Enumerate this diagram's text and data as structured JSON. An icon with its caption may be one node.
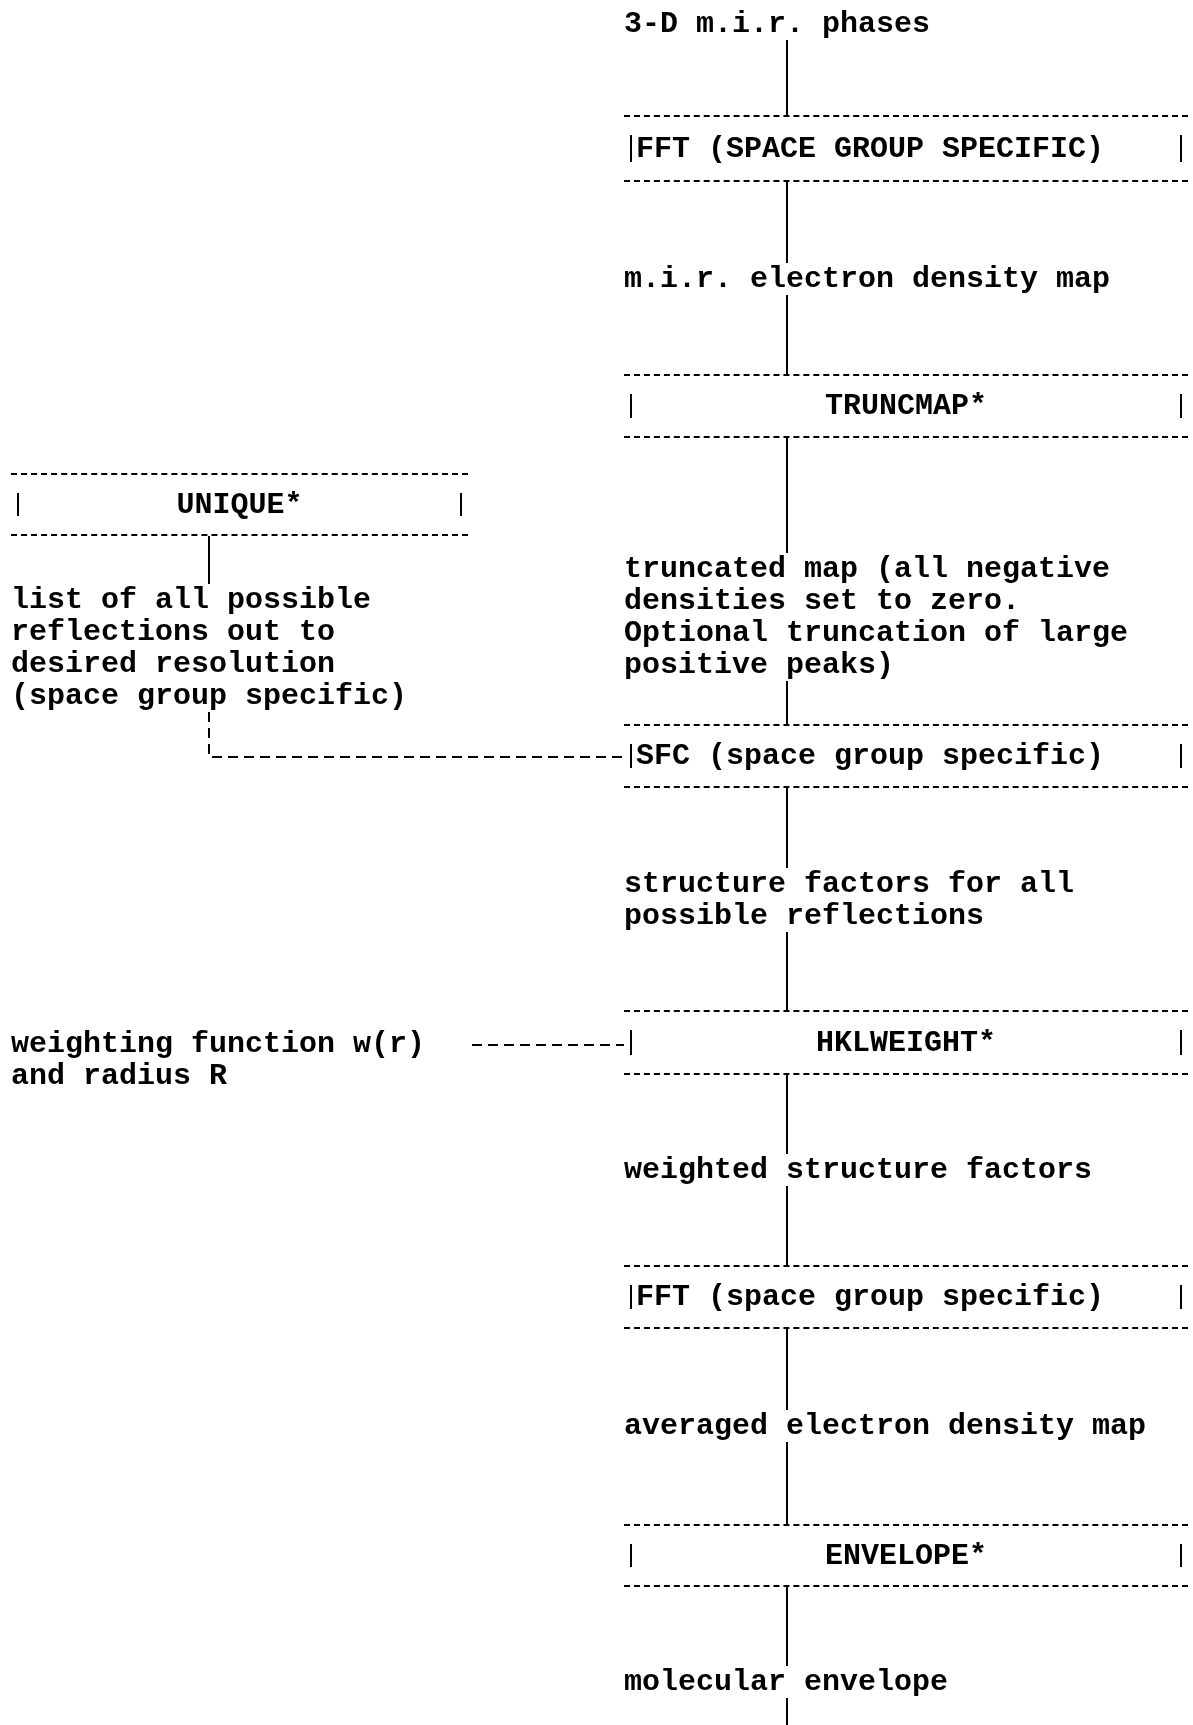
{
  "diagram": {
    "nodes": [
      {
        "text": [
          "3-D m.i.r. phases"
        ]
      },
      {
        "text": [
          "FFT (SPACE GROUP SPECIFIC)"
        ]
      },
      {
        "text": [
          "m.i.r. electron density map"
        ]
      },
      {
        "text": [
          "TRUNCMAP*"
        ]
      },
      {
        "text": [
          "UNIQUE*"
        ]
      },
      {
        "text": [
          "truncated map (all negative densities set to zero. Optional truncation of large positive peaks)"
        ]
      },
      {
        "text": [
          "list of all possible reflections out to desired resolution (space group specific)"
        ]
      },
      {
        "text": [
          "SFC (space group specific)"
        ]
      },
      {
        "text": [
          "structure factors for all possible reflections"
        ]
      },
      {
        "text": [
          "weighting function w(r) and radius R"
        ]
      },
      {
        "text": [
          "HKLWEIGHT*"
        ]
      },
      {
        "text": [
          "weighted structure factors"
        ]
      },
      {
        "text": [
          "FFT (space group specific)"
        ]
      },
      {
        "text": [
          "averaged electron density map"
        ]
      },
      {
        "text": [
          "ENVELOPE*"
        ]
      },
      {
        "text": [
          "molecular envelope"
        ]
      }
    ],
    "edges": [
      {
        "from": 0,
        "to": 1,
        "arrow": "none"
      },
      {
        "from": 1,
        "to": 2,
        "arrow": "none"
      },
      {
        "from": 2,
        "to": 3,
        "arrow": "none"
      },
      {
        "from": 3,
        "to": 5,
        "arrow": "none"
      },
      {
        "from": 4,
        "to": 6,
        "arrow": "none"
      },
      {
        "from": 5,
        "to": 7,
        "arrow": "none"
      },
      {
        "from": 6,
        "to": 7,
        "arrow": "none",
        "style": "dashed"
      },
      {
        "from": 7,
        "to": 8,
        "arrow": "none"
      },
      {
        "from": 8,
        "to": 10,
        "arrow": "none"
      },
      {
        "from": 9,
        "to": 10,
        "arrow": "none",
        "style": "dashed"
      },
      {
        "from": 10,
        "to": 11,
        "arrow": "none"
      },
      {
        "from": 11,
        "to": 12,
        "arrow": "none"
      },
      {
        "from": 12,
        "to": 13,
        "arrow": "none"
      },
      {
        "from": 13,
        "to": 14,
        "arrow": "none"
      },
      {
        "from": 14,
        "to": 15,
        "arrow": "none"
      },
      {
        "from": 15,
        "to": null,
        "arrow": "none"
      }
    ]
  }
}
